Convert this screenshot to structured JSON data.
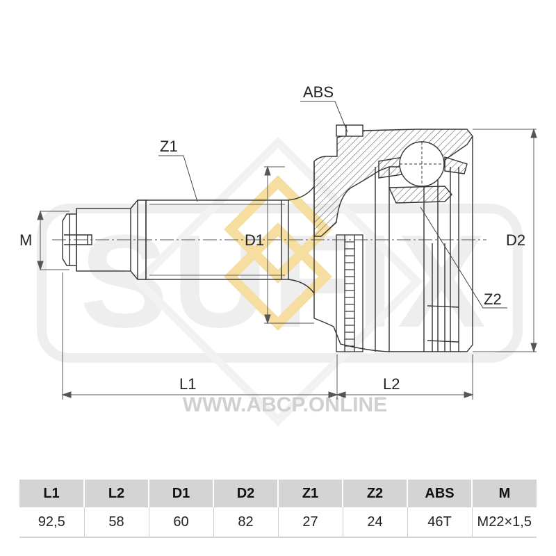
{
  "watermark": {
    "brand": "SUFIX",
    "site": "WWW.ABCP.ONLINE"
  },
  "drawing_labels": {
    "abs": "ABS",
    "z1": "Z1",
    "z2": "Z2",
    "m": "M",
    "d1": "D1",
    "d2": "D2",
    "l1": "L1",
    "l2": "L2"
  },
  "specs": {
    "headers": [
      "L1",
      "L2",
      "D1",
      "D2",
      "Z1",
      "Z2",
      "ABS",
      "M"
    ],
    "values": [
      "92,5",
      "58",
      "60",
      "82",
      "27",
      "24",
      "46T",
      "M22×1,5"
    ]
  },
  "colors": {
    "header_bg": "#d4d4d4",
    "line": "#333333",
    "watermark_gold": "#f2d58a"
  }
}
